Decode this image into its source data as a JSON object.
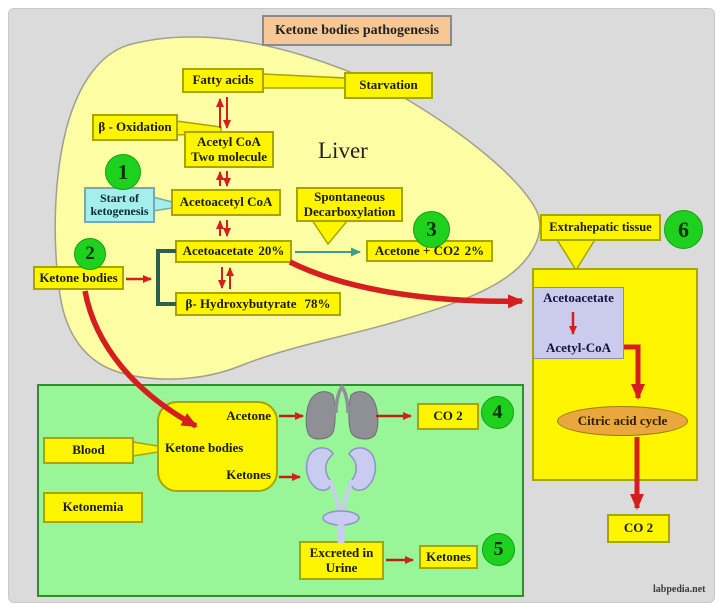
{
  "watermark": "labpedia.net",
  "title": "Ketone bodies pathogenesis",
  "colors": {
    "background": "#dbdbdb",
    "liver_fill": "#fdfda4",
    "box_yellow": "#fdf500",
    "box_border_olive": "#a8a400",
    "title_peach": "#f7c795",
    "cyan_box": "#a5eeee",
    "green_panel": "#98f598",
    "badge_green": "#1fd11f",
    "lavender_box": "#cbcbee",
    "citric_orange": "#e9a73d",
    "arrow_red": "#d51f1f",
    "arrow_teal": "#3e9c8c",
    "bracket_dark_green": "#2e5f4e",
    "lungs_gray": "#8f8f96",
    "kidney_lavender": "#c9ccf0"
  },
  "liver": {
    "label": "Liver",
    "fatty_acids": "Fatty acids",
    "starvation": "Starvation",
    "beta_oxidation": "β - Oxidation",
    "acetyl_coa_line1": "Acetyl CoA",
    "acetyl_coa_line2": "Two molecule",
    "start_keto_line1": "Start of",
    "start_keto_line2": "ketogenesis",
    "acetoacetyl_coa": "Acetoacetyl CoA",
    "spontaneous_line1": "Spontaneous",
    "spontaneous_line2": "Decarboxylation",
    "acetoacetate": "Acetoacetate",
    "acetoacetate_pct": "20%",
    "acetone_co2": "Acetone + CO2",
    "acetone_co2_pct": "2%",
    "beta_hydroxybutyrate": "β- Hydroxybutyrate",
    "beta_hydroxybutyrate_pct": "78%",
    "ketone_bodies": "Ketone bodies"
  },
  "badges": {
    "b1": "1",
    "b2": "2",
    "b3": "3",
    "b4": "4",
    "b5": "5",
    "b6": "6"
  },
  "blood": {
    "blood": "Blood",
    "ketonemia": "Ketonemia",
    "ketone_bodies": "Ketone bodies",
    "acetone": "Acetone",
    "ketones": "Ketones",
    "co2": "CO 2",
    "excreted_line1": "Excreted in",
    "excreted_line2": "Urine",
    "ketones_out": "Ketones"
  },
  "extrahepatic": {
    "label": "Extrahepatic tissue",
    "acetoacetate": "Acetoacetate",
    "acetyl_coa": "Acetyl-CoA",
    "citric_acid_cycle": "Citric acid cycle",
    "co2": "CO 2"
  }
}
